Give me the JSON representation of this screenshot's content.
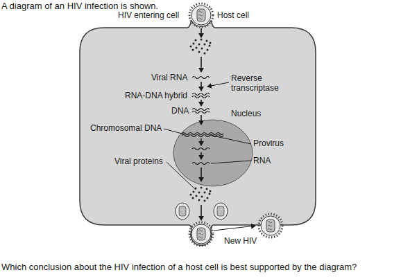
{
  "diagram": {
    "title": "A diagram of an HIV infection is shown.",
    "caption": "Which conclusion about the HIV infection of a host cell is best supported by the diagram?",
    "nodes": [
      {
        "text": [
          "Host cell"
        ]
      },
      {
        "text": [
          "Nucleus"
        ],
        "in": 0
      }
    ],
    "labels": [
      "HIV entering cell",
      "Viral RNA",
      "Reverse transcriptase",
      "RNA-DNA hybrid",
      "DNA",
      "Chromosomal DNA",
      "Provirus",
      "RNA",
      "Viral proteins",
      "New HIV"
    ]
  }
}
